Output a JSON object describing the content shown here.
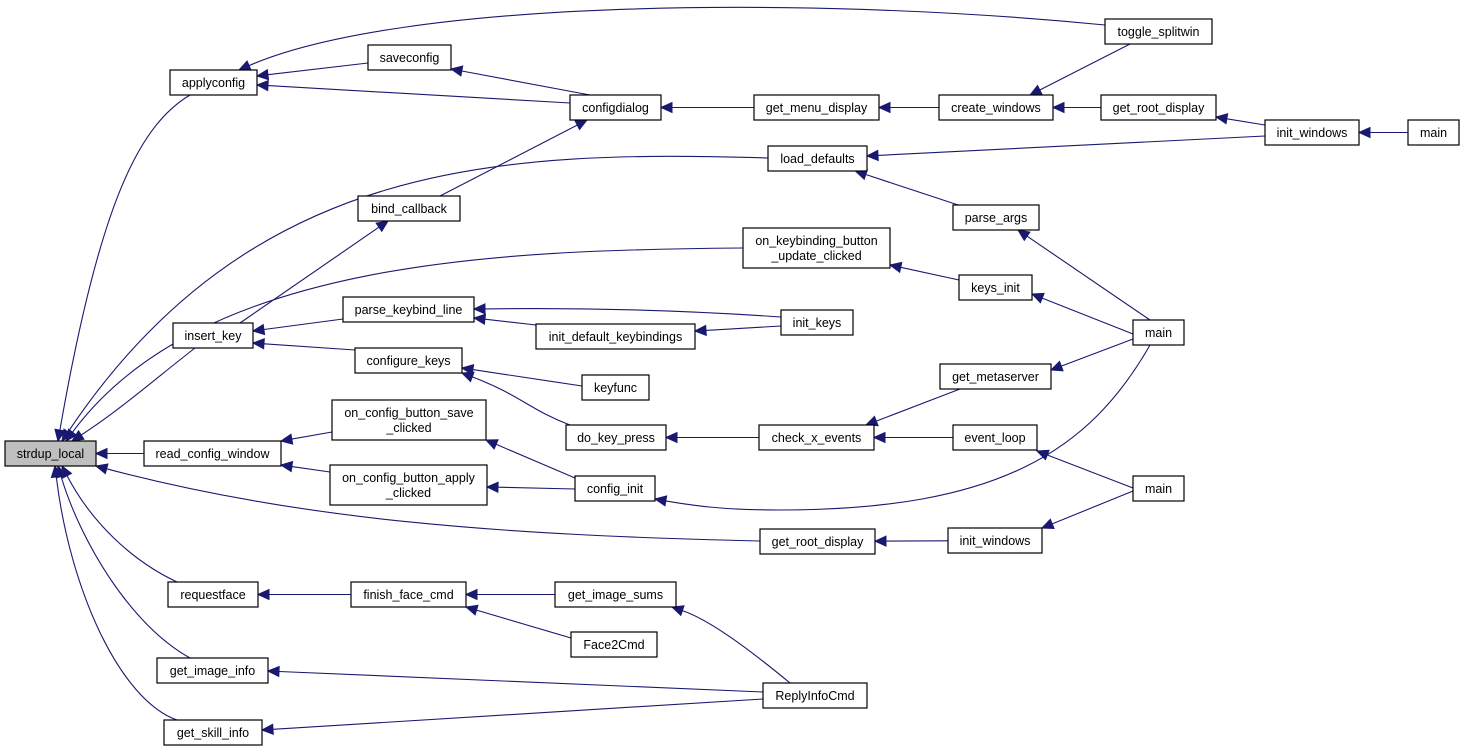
{
  "graph": {
    "type": "caller-graph",
    "root": "strdup_local",
    "colors": {
      "edge": "#191970",
      "node_border": "#000000",
      "root_fill": "#bfbfbf",
      "node_fill": "#ffffff"
    },
    "nodes": [
      {
        "id": "strdup_local",
        "lines": [
          "strdup_local"
        ]
      },
      {
        "id": "applyconfig",
        "lines": [
          "applyconfig"
        ]
      },
      {
        "id": "saveconfig",
        "lines": [
          "saveconfig"
        ]
      },
      {
        "id": "toggle_splitwin",
        "lines": [
          "toggle_splitwin"
        ]
      },
      {
        "id": "configdialog",
        "lines": [
          "configdialog"
        ]
      },
      {
        "id": "get_menu_display",
        "lines": [
          "get_menu_display"
        ]
      },
      {
        "id": "create_windows",
        "lines": [
          "create_windows"
        ]
      },
      {
        "id": "get_root_display_1",
        "lines": [
          "get_root_display"
        ]
      },
      {
        "id": "init_windows_1",
        "lines": [
          "init_windows"
        ]
      },
      {
        "id": "main_1",
        "lines": [
          "main"
        ]
      },
      {
        "id": "load_defaults",
        "lines": [
          "load_defaults"
        ]
      },
      {
        "id": "bind_callback",
        "lines": [
          "bind_callback"
        ]
      },
      {
        "id": "parse_args",
        "lines": [
          "parse_args"
        ]
      },
      {
        "id": "on_keybinding_button_update_clicked",
        "lines": [
          "on_keybinding_button",
          "_update_clicked"
        ]
      },
      {
        "id": "keys_init",
        "lines": [
          "keys_init"
        ]
      },
      {
        "id": "parse_keybind_line",
        "lines": [
          "parse_keybind_line"
        ]
      },
      {
        "id": "insert_key",
        "lines": [
          "insert_key"
        ]
      },
      {
        "id": "init_default_keybindings",
        "lines": [
          "init_default_keybindings"
        ]
      },
      {
        "id": "init_keys",
        "lines": [
          "init_keys"
        ]
      },
      {
        "id": "main_2",
        "lines": [
          "main"
        ]
      },
      {
        "id": "configure_keys",
        "lines": [
          "configure_keys"
        ]
      },
      {
        "id": "keyfunc",
        "lines": [
          "keyfunc"
        ]
      },
      {
        "id": "get_metaserver",
        "lines": [
          "get_metaserver"
        ]
      },
      {
        "id": "on_config_button_save_clicked",
        "lines": [
          "on_config_button_save",
          "_clicked"
        ]
      },
      {
        "id": "do_key_press",
        "lines": [
          "do_key_press"
        ]
      },
      {
        "id": "check_x_events",
        "lines": [
          "check_x_events"
        ]
      },
      {
        "id": "event_loop",
        "lines": [
          "event_loop"
        ]
      },
      {
        "id": "read_config_window",
        "lines": [
          "read_config_window"
        ]
      },
      {
        "id": "on_config_button_apply_clicked",
        "lines": [
          "on_config_button_apply",
          "_clicked"
        ]
      },
      {
        "id": "config_init",
        "lines": [
          "config_init"
        ]
      },
      {
        "id": "main_3",
        "lines": [
          "main"
        ]
      },
      {
        "id": "get_root_display_2",
        "lines": [
          "get_root_display"
        ]
      },
      {
        "id": "init_windows_2",
        "lines": [
          "init_windows"
        ]
      },
      {
        "id": "requestface",
        "lines": [
          "requestface"
        ]
      },
      {
        "id": "finish_face_cmd",
        "lines": [
          "finish_face_cmd"
        ]
      },
      {
        "id": "get_image_sums",
        "lines": [
          "get_image_sums"
        ]
      },
      {
        "id": "Face2Cmd",
        "lines": [
          "Face2Cmd"
        ]
      },
      {
        "id": "get_image_info",
        "lines": [
          "get_image_info"
        ]
      },
      {
        "id": "ReplyInfoCmd",
        "lines": [
          "ReplyInfoCmd"
        ]
      },
      {
        "id": "get_skill_info",
        "lines": [
          "get_skill_info"
        ]
      }
    ],
    "edges": [
      {
        "from": "applyconfig",
        "to": "strdup_local"
      },
      {
        "from": "load_defaults",
        "to": "strdup_local"
      },
      {
        "from": "on_keybinding_button_update_clicked",
        "to": "strdup_local"
      },
      {
        "from": "insert_key",
        "to": "strdup_local"
      },
      {
        "from": "read_config_window",
        "to": "strdup_local"
      },
      {
        "from": "get_root_display_2",
        "to": "strdup_local"
      },
      {
        "from": "requestface",
        "to": "strdup_local"
      },
      {
        "from": "get_image_info",
        "to": "strdup_local"
      },
      {
        "from": "get_skill_info",
        "to": "strdup_local"
      },
      {
        "from": "toggle_splitwin",
        "to": "applyconfig"
      },
      {
        "from": "saveconfig",
        "to": "applyconfig"
      },
      {
        "from": "configdialog",
        "to": "applyconfig"
      },
      {
        "from": "configdialog",
        "to": "saveconfig"
      },
      {
        "from": "get_menu_display",
        "to": "configdialog"
      },
      {
        "from": "bind_callback",
        "to": "configdialog"
      },
      {
        "from": "create_windows",
        "to": "get_menu_display"
      },
      {
        "from": "toggle_splitwin",
        "to": "create_windows"
      },
      {
        "from": "get_root_display_1",
        "to": "create_windows"
      },
      {
        "from": "init_windows_1",
        "to": "get_root_display_1"
      },
      {
        "from": "main_1",
        "to": "init_windows_1"
      },
      {
        "from": "init_windows_1",
        "to": "load_defaults"
      },
      {
        "from": "parse_args",
        "to": "load_defaults"
      },
      {
        "from": "insert_key",
        "to": "bind_callback"
      },
      {
        "from": "main_2",
        "to": "parse_args"
      },
      {
        "from": "keys_init",
        "to": "on_keybinding_button_update_clicked"
      },
      {
        "from": "main_2",
        "to": "keys_init"
      },
      {
        "from": "parse_keybind_line",
        "to": "insert_key"
      },
      {
        "from": "configure_keys",
        "to": "insert_key"
      },
      {
        "from": "init_keys",
        "to": "parse_keybind_line"
      },
      {
        "from": "init_default_keybindings",
        "to": "parse_keybind_line"
      },
      {
        "from": "init_keys",
        "to": "init_default_keybindings"
      },
      {
        "from": "keyfunc",
        "to": "configure_keys"
      },
      {
        "from": "do_key_press",
        "to": "configure_keys"
      },
      {
        "from": "check_x_events",
        "to": "do_key_press"
      },
      {
        "from": "get_metaserver",
        "to": "check_x_events"
      },
      {
        "from": "event_loop",
        "to": "check_x_events"
      },
      {
        "from": "main_2",
        "to": "get_metaserver"
      },
      {
        "from": "main_3",
        "to": "event_loop"
      },
      {
        "from": "on_config_button_save_clicked",
        "to": "read_config_window"
      },
      {
        "from": "on_config_button_apply_clicked",
        "to": "read_config_window"
      },
      {
        "from": "config_init",
        "to": "on_config_button_save_clicked"
      },
      {
        "from": "config_init",
        "to": "on_config_button_apply_clicked"
      },
      {
        "from": "main_2",
        "to": "config_init"
      },
      {
        "from": "init_windows_2",
        "to": "get_root_display_2"
      },
      {
        "from": "main_3",
        "to": "init_windows_2"
      },
      {
        "from": "finish_face_cmd",
        "to": "requestface"
      },
      {
        "from": "get_image_sums",
        "to": "finish_face_cmd"
      },
      {
        "from": "Face2Cmd",
        "to": "finish_face_cmd"
      },
      {
        "from": "ReplyInfoCmd",
        "to": "get_image_sums"
      },
      {
        "from": "ReplyInfoCmd",
        "to": "get_image_info"
      },
      {
        "from": "ReplyInfoCmd",
        "to": "get_skill_info"
      }
    ]
  }
}
